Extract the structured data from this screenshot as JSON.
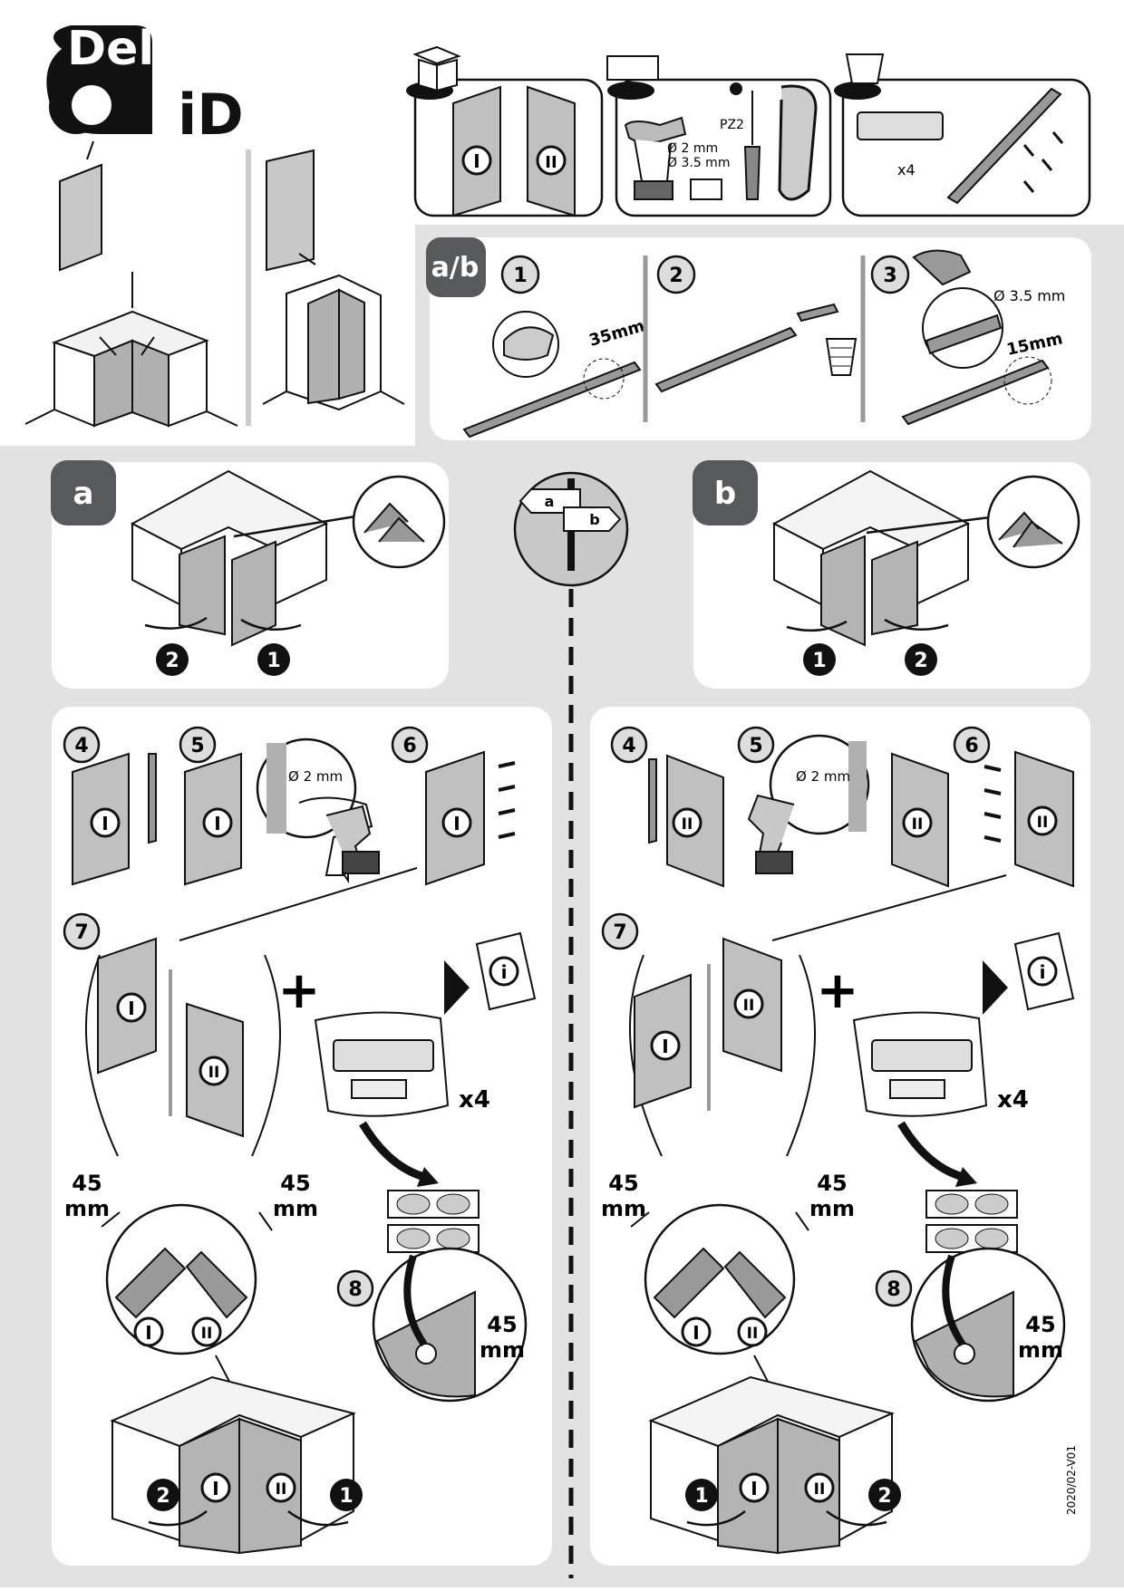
{
  "brand": {
    "name_top": "Delinia",
    "name_bottom": "iD"
  },
  "tools": {
    "bit_small": "Ø 2 mm",
    "bit_large": "Ø 3.5 mm",
    "driver": "PZ2",
    "hinge_count": "x4"
  },
  "section_ab": {
    "tag": "a/b",
    "steps": [
      "1",
      "2",
      "3"
    ],
    "cut_length": "35mm",
    "drill_size": "Ø 3.5 mm",
    "offset": "15mm"
  },
  "section_a": {
    "tag": "a",
    "order": [
      "2",
      "1"
    ]
  },
  "section_b": {
    "tag": "b",
    "order": [
      "1",
      "2"
    ]
  },
  "signpost": {
    "left": "a",
    "right": "b"
  },
  "doors": {
    "one": "I",
    "two": "II"
  },
  "assembly": {
    "step4": "4",
    "step5": "5",
    "step6": "6",
    "step7": "7",
    "step8": "8",
    "drill": "Ø 2 mm",
    "hinge_count": "x4",
    "plus": "+",
    "info": "i",
    "gap_value": "45",
    "gap_unit": "mm"
  },
  "footer": {
    "version": "2020/02-V01"
  },
  "colors": {
    "panel": "#e2e2e2",
    "door": "#b7b7b7",
    "dark": "#58595b",
    "ink": "#111111"
  }
}
